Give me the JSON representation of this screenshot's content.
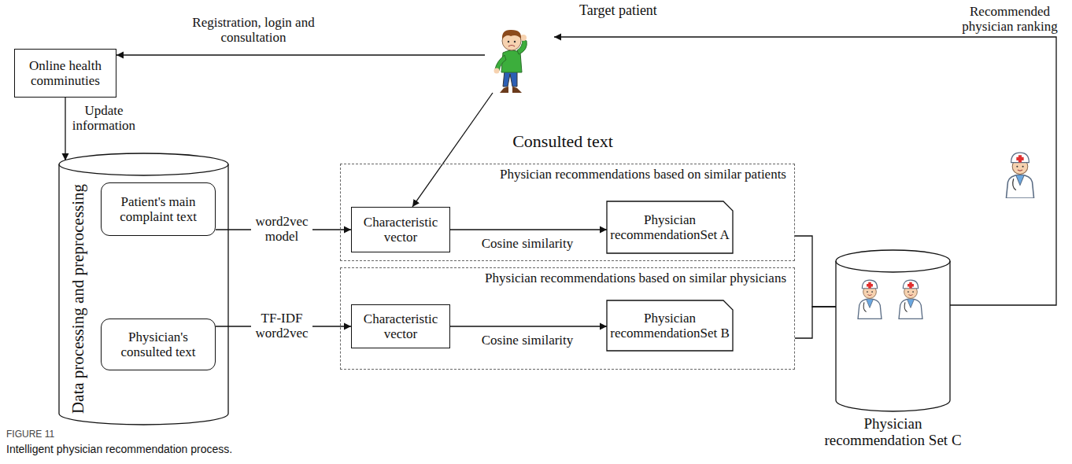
{
  "diagram": {
    "caption": "Intelligent physician recommendation process.",
    "nodes": [
      {
        "text": [
          "Online health comminuties"
        ]
      },
      {
        "text": [
          "Data processing and preprocessing"
        ]
      },
      {
        "text": [
          "Patient's main complaint text"
        ],
        "in": 1
      },
      {
        "text": [
          "Physician's consulted text"
        ],
        "in": 1
      },
      {
        "text": [
          "Target patient"
        ]
      },
      {
        "text": [
          "Physician recommendations based on similar patients"
        ]
      },
      {
        "text": [
          "Characteristic vector"
        ],
        "in": 5
      },
      {
        "text": [
          "Physician recommendationSet A"
        ],
        "in": 5
      },
      {
        "text": [
          "Physician recommendations based on similar physicians"
        ]
      },
      {
        "text": [
          "Characteristic vector"
        ],
        "in": 8
      },
      {
        "text": [
          "Physician recommendationSet B"
        ],
        "in": 8
      },
      {
        "text": [
          "Physician recommendation Set C"
        ]
      }
    ],
    "edges": [
      {
        "from": 4,
        "to": 0,
        "arrow": "to",
        "label": "Registration, login and consultation"
      },
      {
        "from": 0,
        "to": 1,
        "arrow": "to",
        "label": "Update information"
      },
      {
        "from": 2,
        "to": 6,
        "arrow": "to",
        "label": "word2vec model"
      },
      {
        "from": 3,
        "to": 9,
        "arrow": "to",
        "label": "TF-IDF word2vec"
      },
      {
        "from": 4,
        "to": 6,
        "arrow": "to"
      },
      {
        "from": 6,
        "to": 7,
        "arrow": "to",
        "label": "Cosine similarity"
      },
      {
        "from": 9,
        "to": 10,
        "arrow": "to",
        "label": "Cosine similarity"
      },
      {
        "from": 5,
        "to": 11,
        "arrow": "none"
      },
      {
        "from": 8,
        "to": 11,
        "arrow": "none"
      },
      {
        "from": 11,
        "to": 4,
        "arrow": "to",
        "label": "Recommended physician ranking"
      }
    ],
    "labels": [
      "Consulted text",
      "FIGURE 11"
    ]
  }
}
